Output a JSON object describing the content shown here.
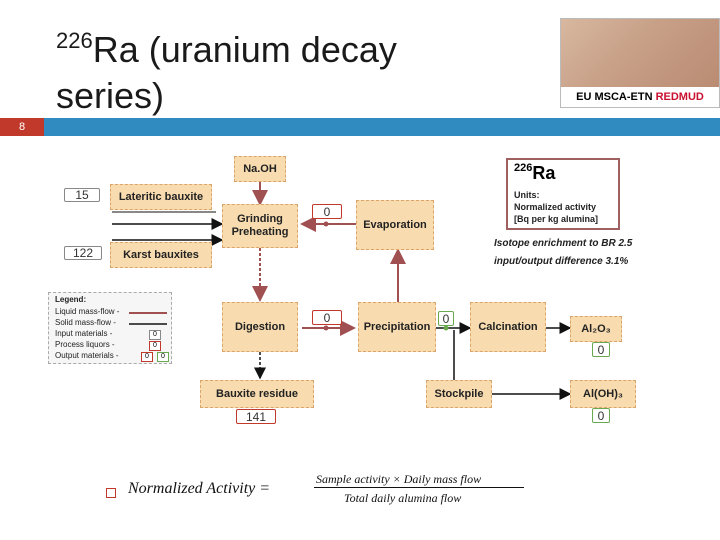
{
  "header": {
    "title_sup": "226",
    "title_main": "Ra (uranium decay",
    "title_line2": "series)",
    "page_number": "8"
  },
  "logo": {
    "text_left": "EU MSCA-ETN ",
    "text_right": "REDMUD"
  },
  "diagram": {
    "nodes": {
      "naoh": "Na.OH",
      "lateritic": "Lateritic bauxite",
      "karst": "Karst bauxites",
      "grinding_line1": "Grinding",
      "grinding_line2": "Preheating",
      "evaporation": "Evaporation",
      "digestion": "Digestion",
      "precipitation": "Precipitation",
      "calcination": "Calcination",
      "bauxite_residue": "Bauxite residue",
      "stockpile": "Stockpile",
      "al2o3": "Al₂O₃",
      "aloh3": "Al(OH)₃"
    },
    "values": {
      "lateritic": "15",
      "karst": "122",
      "grinding": "0",
      "digestion": "0",
      "precipitation": "0",
      "bauxite_residue": "141",
      "al2o3": "0",
      "aloh3": "0"
    },
    "units_box": {
      "isotope_sup": "226",
      "isotope": "Ra",
      "line1": "Units:",
      "line2": "Normalized activity",
      "line3": "[Bq per kg alumina]"
    },
    "notes": {
      "enrichment": "Isotope enrichment to BR 2.5",
      "difference": "input/output  difference 3.1%"
    },
    "legend": {
      "title": "Legend:",
      "liquid": "Liquid mass-flow  -",
      "solid": "Solid mass-flow  -",
      "input": "Input materials   -",
      "process": "Process liquors  -",
      "output": "Output materials -",
      "sample_value": "0"
    },
    "colors": {
      "node_fill": "#f8dcb0",
      "node_border": "#d9a56a",
      "input_border": "#888888",
      "process_border": "#c0392b",
      "output_border": "#6aa84f",
      "liquid_flow": "#a05050",
      "solid_flow": "#111111"
    }
  },
  "formula": {
    "lhs": "Normalized Activity =",
    "numerator": "Sample activity × Daily mass flow",
    "denominator": "Total daily alumina flow"
  }
}
